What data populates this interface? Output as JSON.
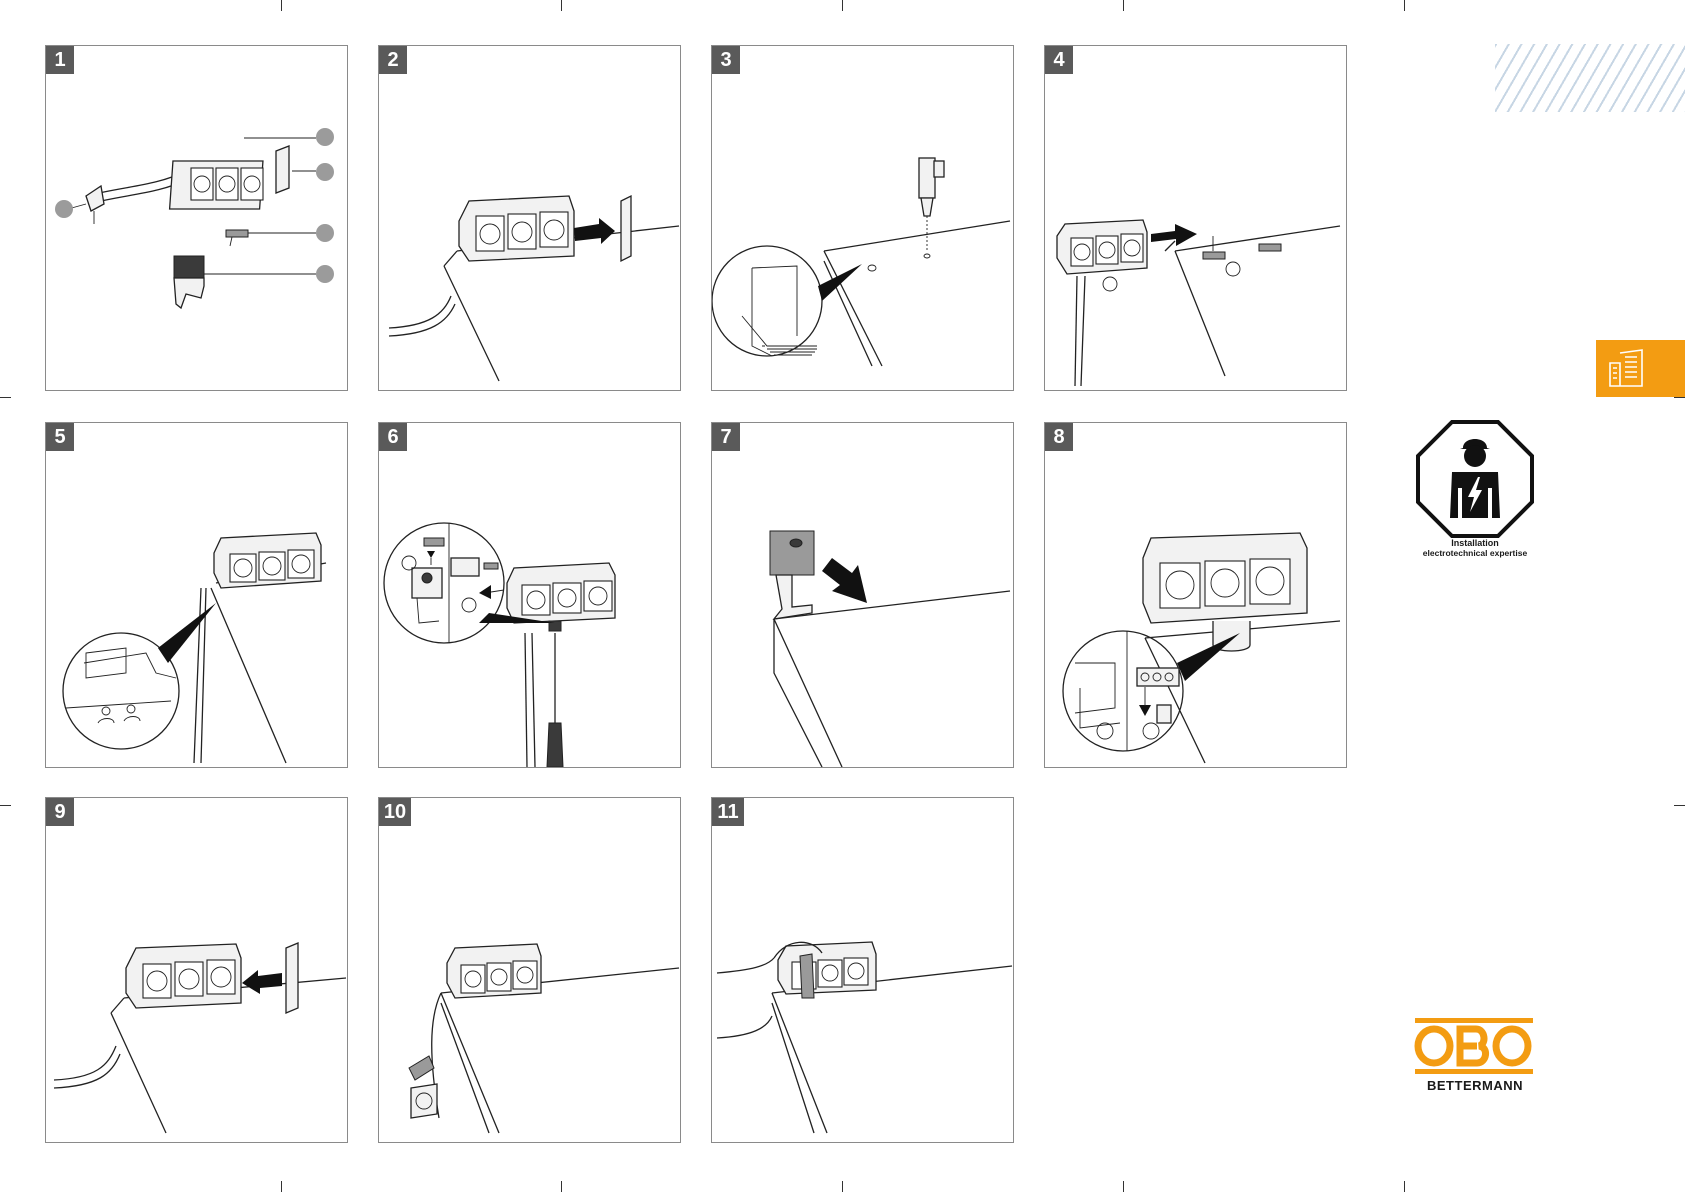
{
  "steps": [
    {
      "number": "1"
    },
    {
      "number": "2"
    },
    {
      "number": "3"
    },
    {
      "number": "4"
    },
    {
      "number": "5"
    },
    {
      "number": "6"
    },
    {
      "number": "7"
    },
    {
      "number": "8"
    },
    {
      "number": "9"
    },
    {
      "number": "10"
    },
    {
      "number": "11"
    }
  ],
  "badge": {
    "line1": "Installation",
    "line2": "electrotechnical expertise",
    "icon": "electrician-icon"
  },
  "logo": {
    "mark": "OBO",
    "brand": "BETTERMANN",
    "color": "#f39c12"
  },
  "side_tab": {
    "icon": "building-icon",
    "color": "#f39c12"
  }
}
